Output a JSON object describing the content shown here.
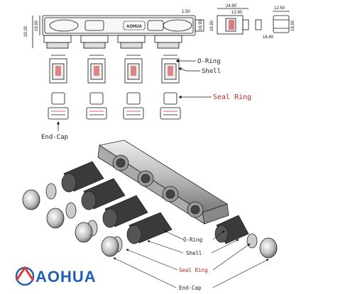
{
  "labels": {
    "o_ring": "O-Ring",
    "shell": "Shell",
    "seal_ring": "Seal Ring",
    "end_cap": "End-Cap"
  },
  "dimensions": {
    "width_1": "1.50",
    "width_2": "24.90",
    "width_3": "12.90",
    "width_4": "12.50",
    "width_5": "16.40",
    "height_1": "33.00",
    "height_2": "18.90",
    "height_3": "16.90",
    "height_4": "16.90",
    "height_5": "18.90"
  },
  "logo": {
    "text": "AOHUA",
    "brand_color": "#1f5fb4",
    "accent_color": "#e23a2e"
  },
  "colors": {
    "line": "#111111",
    "seal_label": "#c0282d",
    "dark_label": "#222222"
  }
}
